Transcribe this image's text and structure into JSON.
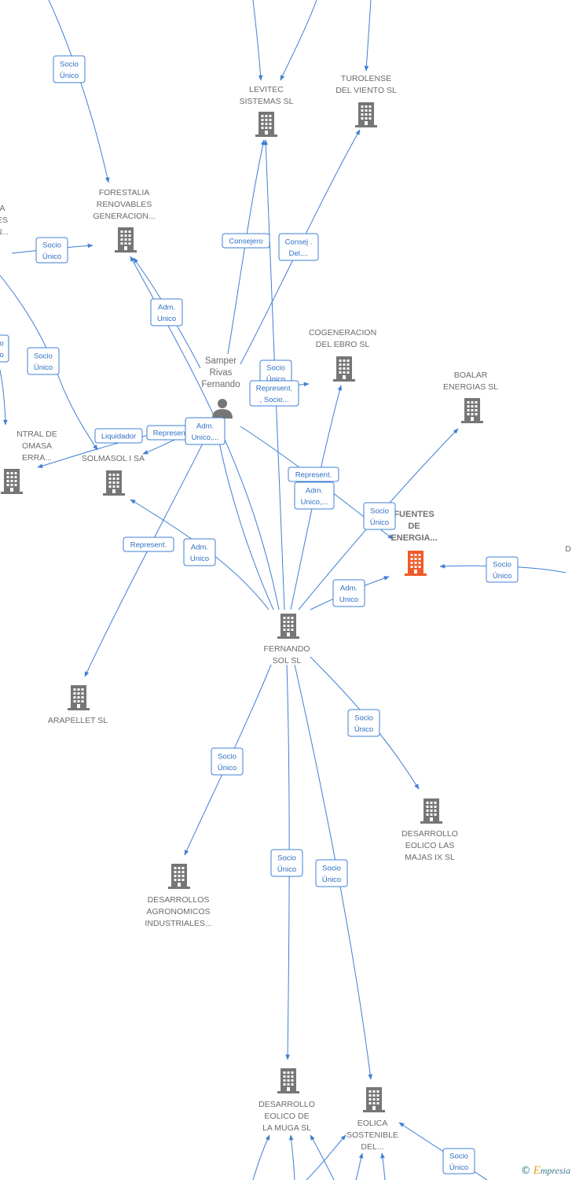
{
  "colors": {
    "edge": "#3f7fd4",
    "building": "#767676",
    "focus_building": "#f05a28",
    "person": "#767676",
    "text": "#6b6b6b"
  },
  "nodes": [
    {
      "id": "levitec",
      "kind": "building",
      "label": [
        "LEVITEC",
        "SISTEMAS  SL"
      ]
    },
    {
      "id": "turolense",
      "kind": "building",
      "label": [
        "TUROLENSE",
        "DEL VIENTO SL"
      ]
    },
    {
      "id": "forestalia",
      "kind": "building",
      "label": [
        "FORESTALIA",
        "RENOVABLES",
        "GENERACION..."
      ]
    },
    {
      "id": "left_a",
      "kind": "text",
      "label": [
        "A",
        "ES",
        "N..."
      ]
    },
    {
      "id": "cogeneracion",
      "kind": "building",
      "label": [
        "COGENERACION",
        "DEL EBRO  SL"
      ]
    },
    {
      "id": "boalar",
      "kind": "building",
      "label": [
        "BOALAR",
        "ENERGIAS  SL"
      ]
    },
    {
      "id": "samper",
      "kind": "person",
      "label": [
        "Samper",
        "Rivas",
        "Fernando"
      ]
    },
    {
      "id": "central",
      "kind": "building",
      "label": [
        "NTRAL DE",
        "OMASA",
        "ERRA..."
      ]
    },
    {
      "id": "solmasol",
      "kind": "building",
      "label": [
        "SOLMASOL I SA"
      ]
    },
    {
      "id": "fuentes",
      "kind": "building",
      "focus": true,
      "label": [
        "FUENTES",
        "DE",
        "ENERGIA..."
      ]
    },
    {
      "id": "right_d",
      "kind": "text",
      "label": [
        "D"
      ]
    },
    {
      "id": "fernando",
      "kind": "building",
      "label": [
        "FERNANDO",
        "SOL SL"
      ]
    },
    {
      "id": "arapellet",
      "kind": "building",
      "label": [
        "ARAPELLET  SL"
      ]
    },
    {
      "id": "desarrollo_majas",
      "kind": "building",
      "label": [
        "DESARROLLO",
        "EOLICO LAS",
        "MAJAS IX  SL"
      ]
    },
    {
      "id": "desarrollos_agro",
      "kind": "building",
      "label": [
        "DESARROLLOS",
        "AGRONOMICOS",
        "INDUSTRIALES..."
      ]
    },
    {
      "id": "desarrollo_muga",
      "kind": "building",
      "label": [
        "DESARROLLO",
        "EOLICO DE",
        "LA MUGA SL"
      ]
    },
    {
      "id": "eolica",
      "kind": "building",
      "label": [
        "EOLICA",
        "SOSTENIBLE",
        "DEL..."
      ]
    }
  ],
  "edge_labels": [
    {
      "id": "el_socio_top",
      "lines": [
        "Socio",
        "Único"
      ]
    },
    {
      "id": "el_socio_forestalia",
      "lines": [
        "Socio",
        "Único"
      ]
    },
    {
      "id": "el_socio_left",
      "lines": [
        "Socio",
        "Único"
      ]
    },
    {
      "id": "el_partial_left",
      "lines": [
        "o",
        "o"
      ]
    },
    {
      "id": "el_consejero",
      "lines": [
        "Consejero"
      ]
    },
    {
      "id": "el_consej_del",
      "lines": [
        "Consej .",
        "Del...."
      ]
    },
    {
      "id": "el_adm_forestalia",
      "lines": [
        "Adm.",
        "Unico"
      ]
    },
    {
      "id": "el_socio_cogen",
      "lines": [
        "Socio",
        "Único"
      ]
    },
    {
      "id": "el_represent_socio",
      "lines": [
        "Represent.",
        ", Socio..."
      ]
    },
    {
      "id": "el_liquidador",
      "lines": [
        "Liquidador"
      ]
    },
    {
      "id": "el_represent_sol",
      "lines": [
        "Represent."
      ]
    },
    {
      "id": "el_adm_unico_p",
      "lines": [
        "Adm.",
        "Unico,..."
      ]
    },
    {
      "id": "el_represent_mid",
      "lines": [
        "Represent."
      ]
    },
    {
      "id": "el_adm_unico_mid",
      "lines": [
        "Adm.",
        "Unico,..."
      ]
    },
    {
      "id": "el_socio_fuentes_a",
      "lines": [
        "Socio",
        "Único"
      ]
    },
    {
      "id": "el_represent_arap",
      "lines": [
        "Represent."
      ]
    },
    {
      "id": "el_adm_solmasol",
      "lines": [
        "Adm.",
        "Unico"
      ]
    },
    {
      "id": "el_adm_fuentes",
      "lines": [
        "Adm.",
        "Unico"
      ]
    },
    {
      "id": "el_socio_right",
      "lines": [
        "Socio",
        "Único"
      ]
    },
    {
      "id": "el_socio_majas",
      "lines": [
        "Socio",
        "Único"
      ]
    },
    {
      "id": "el_socio_agro",
      "lines": [
        "Socio",
        "Único"
      ]
    },
    {
      "id": "el_socio_muga",
      "lines": [
        "Socio",
        "Único"
      ]
    },
    {
      "id": "el_socio_eolica",
      "lines": [
        "Socio",
        "Único"
      ]
    },
    {
      "id": "el_socio_bottom",
      "lines": [
        "Socio",
        "Único"
      ]
    }
  ],
  "watermark": {
    "copyright": "©",
    "brand_initial": "E",
    "brand_rest": "mpresia"
  }
}
